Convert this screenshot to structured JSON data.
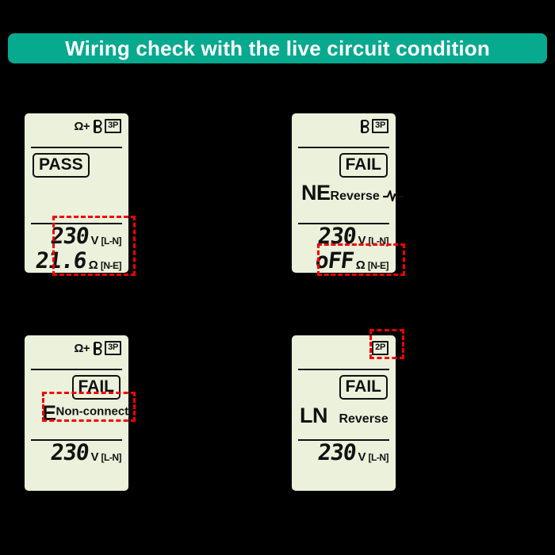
{
  "banner": {
    "title": "Wiring check with the live circuit condition",
    "background_color": "#07a98f",
    "text_color": "#ffffff"
  },
  "theme": {
    "page_background": "#000000",
    "lcd_background": "#ecf1dc",
    "lcd_text": "#111111",
    "highlight_color": "#f40000"
  },
  "panels": [
    {
      "id": "panel-pass-3p",
      "header": {
        "omega_label": "Ω+",
        "plug_icon": "plug-icon",
        "pole_badge": "3P"
      },
      "verdict": "PASS",
      "verdict_align": "left",
      "message": {
        "big": "",
        "sub": "",
        "wave_icon": false
      },
      "readouts": [
        {
          "value": "230",
          "unit": "V",
          "terminals": "[L-N]"
        },
        {
          "value": "21.6",
          "unit": "Ω",
          "terminals": "[N-E]"
        }
      ],
      "highlight": "readouts"
    },
    {
      "id": "panel-ne-reverse-3p",
      "header": {
        "omega_label": "",
        "plug_icon": "plug-icon",
        "pole_badge": "3P"
      },
      "verdict": "FAIL",
      "verdict_align": "right",
      "message": {
        "big": "NE",
        "sub": "Reverse",
        "wave_icon": true
      },
      "readouts": [
        {
          "value": "230",
          "unit": "V",
          "terminals": "[L-N]"
        },
        {
          "value": "oFF",
          "unit": "Ω",
          "terminals": "[N-E]"
        }
      ],
      "highlight": "second-readout"
    },
    {
      "id": "panel-e-non-connect-3p",
      "header": {
        "omega_label": "Ω+",
        "plug_icon": "plug-icon",
        "pole_badge": "3P"
      },
      "verdict": "FAIL",
      "verdict_align": "right",
      "message": {
        "big": "E",
        "sup": "Non-connect",
        "wave_icon": false
      },
      "readouts": [
        {
          "value": "230",
          "unit": "V",
          "terminals": "[L-N]"
        }
      ],
      "highlight": "message"
    },
    {
      "id": "panel-ln-reverse-2p",
      "header": {
        "omega_label": "",
        "plug_icon": "",
        "pole_badge": "2P"
      },
      "verdict": "FAIL",
      "verdict_align": "right",
      "message": {
        "big": "LN",
        "sub": "Reverse",
        "wave_icon": false
      },
      "readouts": [
        {
          "value": "230",
          "unit": "V",
          "terminals": "[L-N]"
        }
      ],
      "highlight": "pole-badge"
    }
  ]
}
